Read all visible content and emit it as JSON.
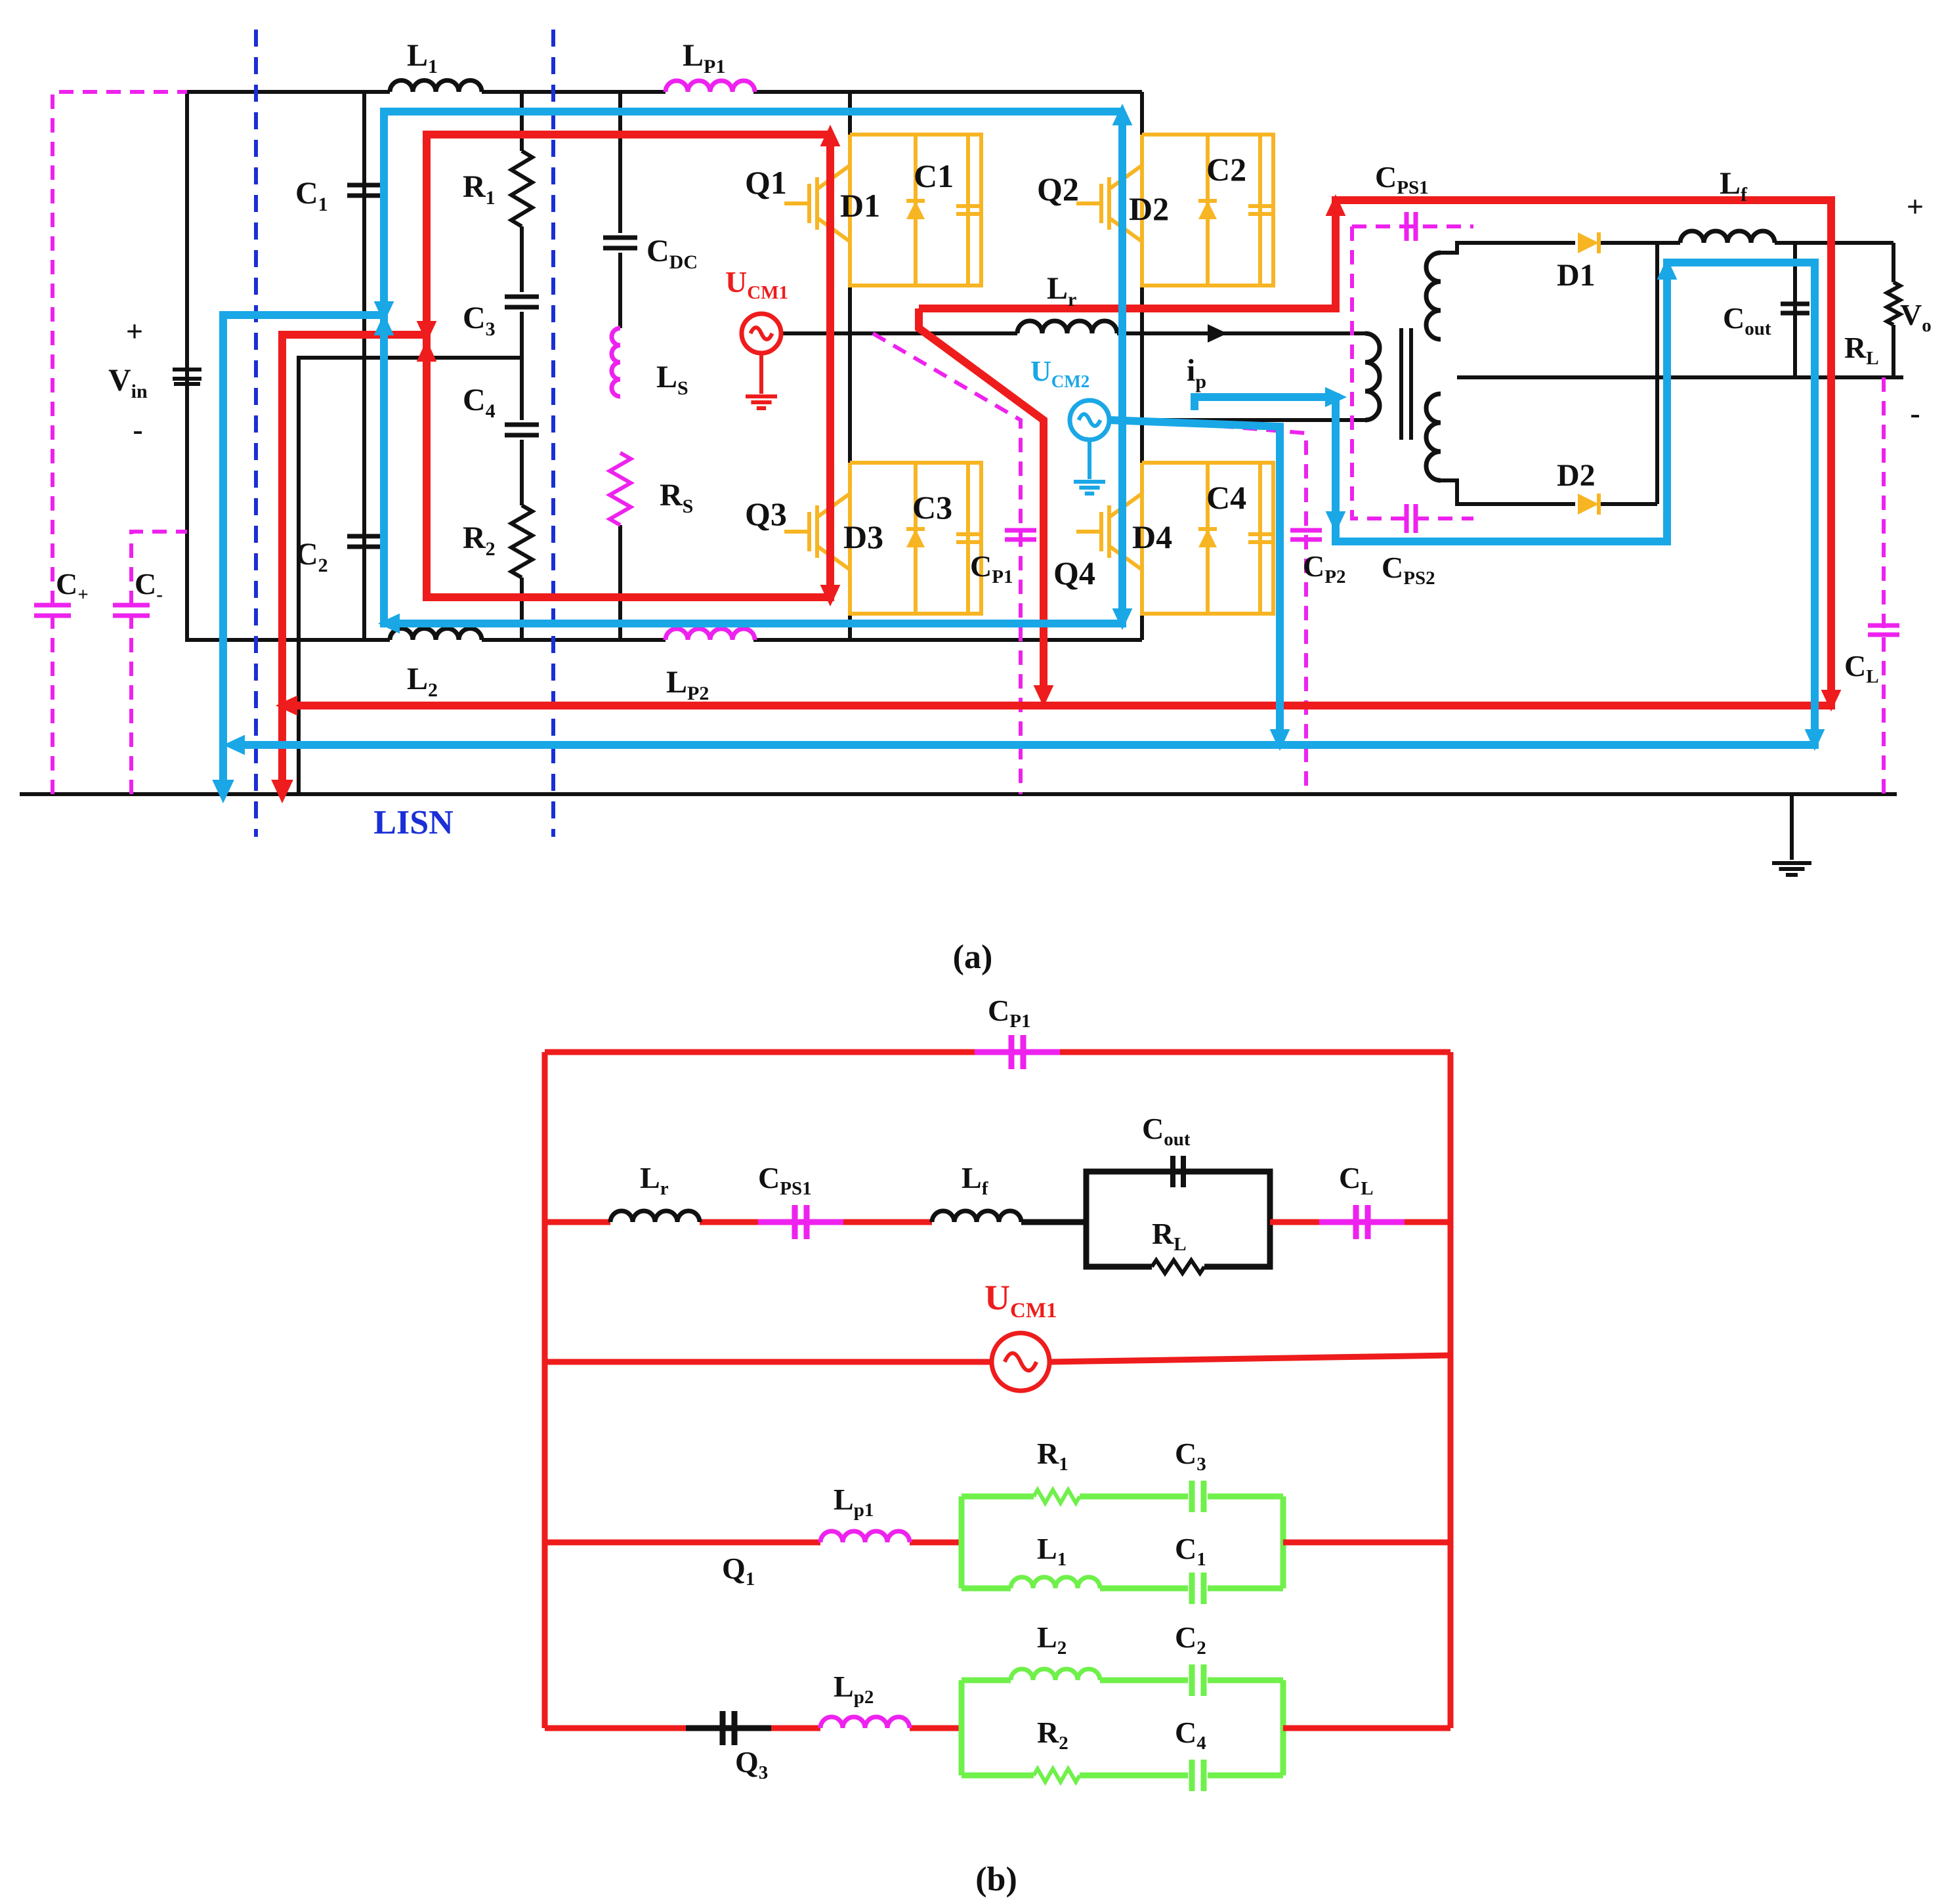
{
  "colors": {
    "black": "#111111",
    "red": "#ee1c1c",
    "blue": "#1aa7e6",
    "magenta": "#ee22ee",
    "orange": "#f7b523",
    "green": "#6ff04a",
    "lisn_blue": "#1a2fd6"
  },
  "panel_a": {
    "caption": "(a)",
    "lisn_label": "LISN",
    "labels": {
      "L1": {
        "main": "L",
        "sub": "1"
      },
      "LP1": {
        "main": "L",
        "sub": "P1"
      },
      "C1": {
        "main": "C",
        "sub": "1"
      },
      "C2": {
        "main": "C",
        "sub": "2"
      },
      "R1": {
        "main": "R",
        "sub": "1"
      },
      "C3": {
        "main": "C",
        "sub": "3"
      },
      "C4": {
        "main": "C",
        "sub": "4"
      },
      "R2": {
        "main": "R",
        "sub": "2"
      },
      "CDC": {
        "main": "C",
        "sub": "DC"
      },
      "LS": {
        "main": "L",
        "sub": "S"
      },
      "RS": {
        "main": "R",
        "sub": "S"
      },
      "UCM1": {
        "main": "U",
        "sub": "CM1"
      },
      "UCM2": {
        "main": "U",
        "sub": "CM2"
      },
      "Lr": {
        "main": "L",
        "sub": "r"
      },
      "ip": {
        "main": "i",
        "sub": "p"
      },
      "CP1": {
        "main": "C",
        "sub": "P1"
      },
      "CP2": {
        "main": "C",
        "sub": "P2"
      },
      "CPS1": {
        "main": "C",
        "sub": "PS1"
      },
      "CPS2": {
        "main": "C",
        "sub": "PS2"
      },
      "Lf": {
        "main": "L",
        "sub": "f"
      },
      "Cout": {
        "main": "C",
        "sub": "out"
      },
      "RL": {
        "main": "R",
        "sub": "L"
      },
      "Vo": {
        "main": "V",
        "sub": "o"
      },
      "CL": {
        "main": "C",
        "sub": "L"
      },
      "Vin": {
        "main": "V",
        "sub": "in"
      },
      "Cplus": {
        "main": "C",
        "sub": "+"
      },
      "Cminus": {
        "main": "C",
        "sub": "-"
      },
      "L2": {
        "main": "L",
        "sub": "2"
      },
      "LP2": {
        "main": "L",
        "sub": "P2"
      }
    },
    "switches": {
      "Q1": "Q1",
      "Q2": "Q2",
      "Q3": "Q3",
      "Q4": "Q4",
      "D1": "D1",
      "D2": "D2",
      "D3": "D3",
      "D4": "D4",
      "SC1": "C1",
      "SC2": "C2",
      "SC3": "C3",
      "SC4": "C4",
      "OD1": "D1",
      "OD2": "D2"
    },
    "signs": {
      "plus": "+",
      "minus": "-"
    }
  },
  "panel_b": {
    "caption": "(b)",
    "labels": {
      "CP1": {
        "main": "C",
        "sub": "P1"
      },
      "Lr": {
        "main": "L",
        "sub": "r"
      },
      "CPS1": {
        "main": "C",
        "sub": "PS1"
      },
      "Lf": {
        "main": "L",
        "sub": "f"
      },
      "Cout": {
        "main": "C",
        "sub": "out"
      },
      "RL": {
        "main": "R",
        "sub": "L"
      },
      "CL": {
        "main": "C",
        "sub": "L"
      },
      "UCM1": {
        "main": "U",
        "sub": "CM1"
      },
      "Lp1": {
        "main": "L",
        "sub": "p1"
      },
      "Q1": {
        "main": "Q",
        "sub": "1"
      },
      "R1": {
        "main": "R",
        "sub": "1"
      },
      "C3": {
        "main": "C",
        "sub": "3"
      },
      "L1": {
        "main": "L",
        "sub": "1"
      },
      "C1": {
        "main": "C",
        "sub": "1"
      },
      "Lp2": {
        "main": "L",
        "sub": "p2"
      },
      "Q3": {
        "main": "Q",
        "sub": "3"
      },
      "L2": {
        "main": "L",
        "sub": "2"
      },
      "C2": {
        "main": "C",
        "sub": "2"
      },
      "R2": {
        "main": "R",
        "sub": "2"
      },
      "C4": {
        "main": "C",
        "sub": "4"
      }
    }
  }
}
